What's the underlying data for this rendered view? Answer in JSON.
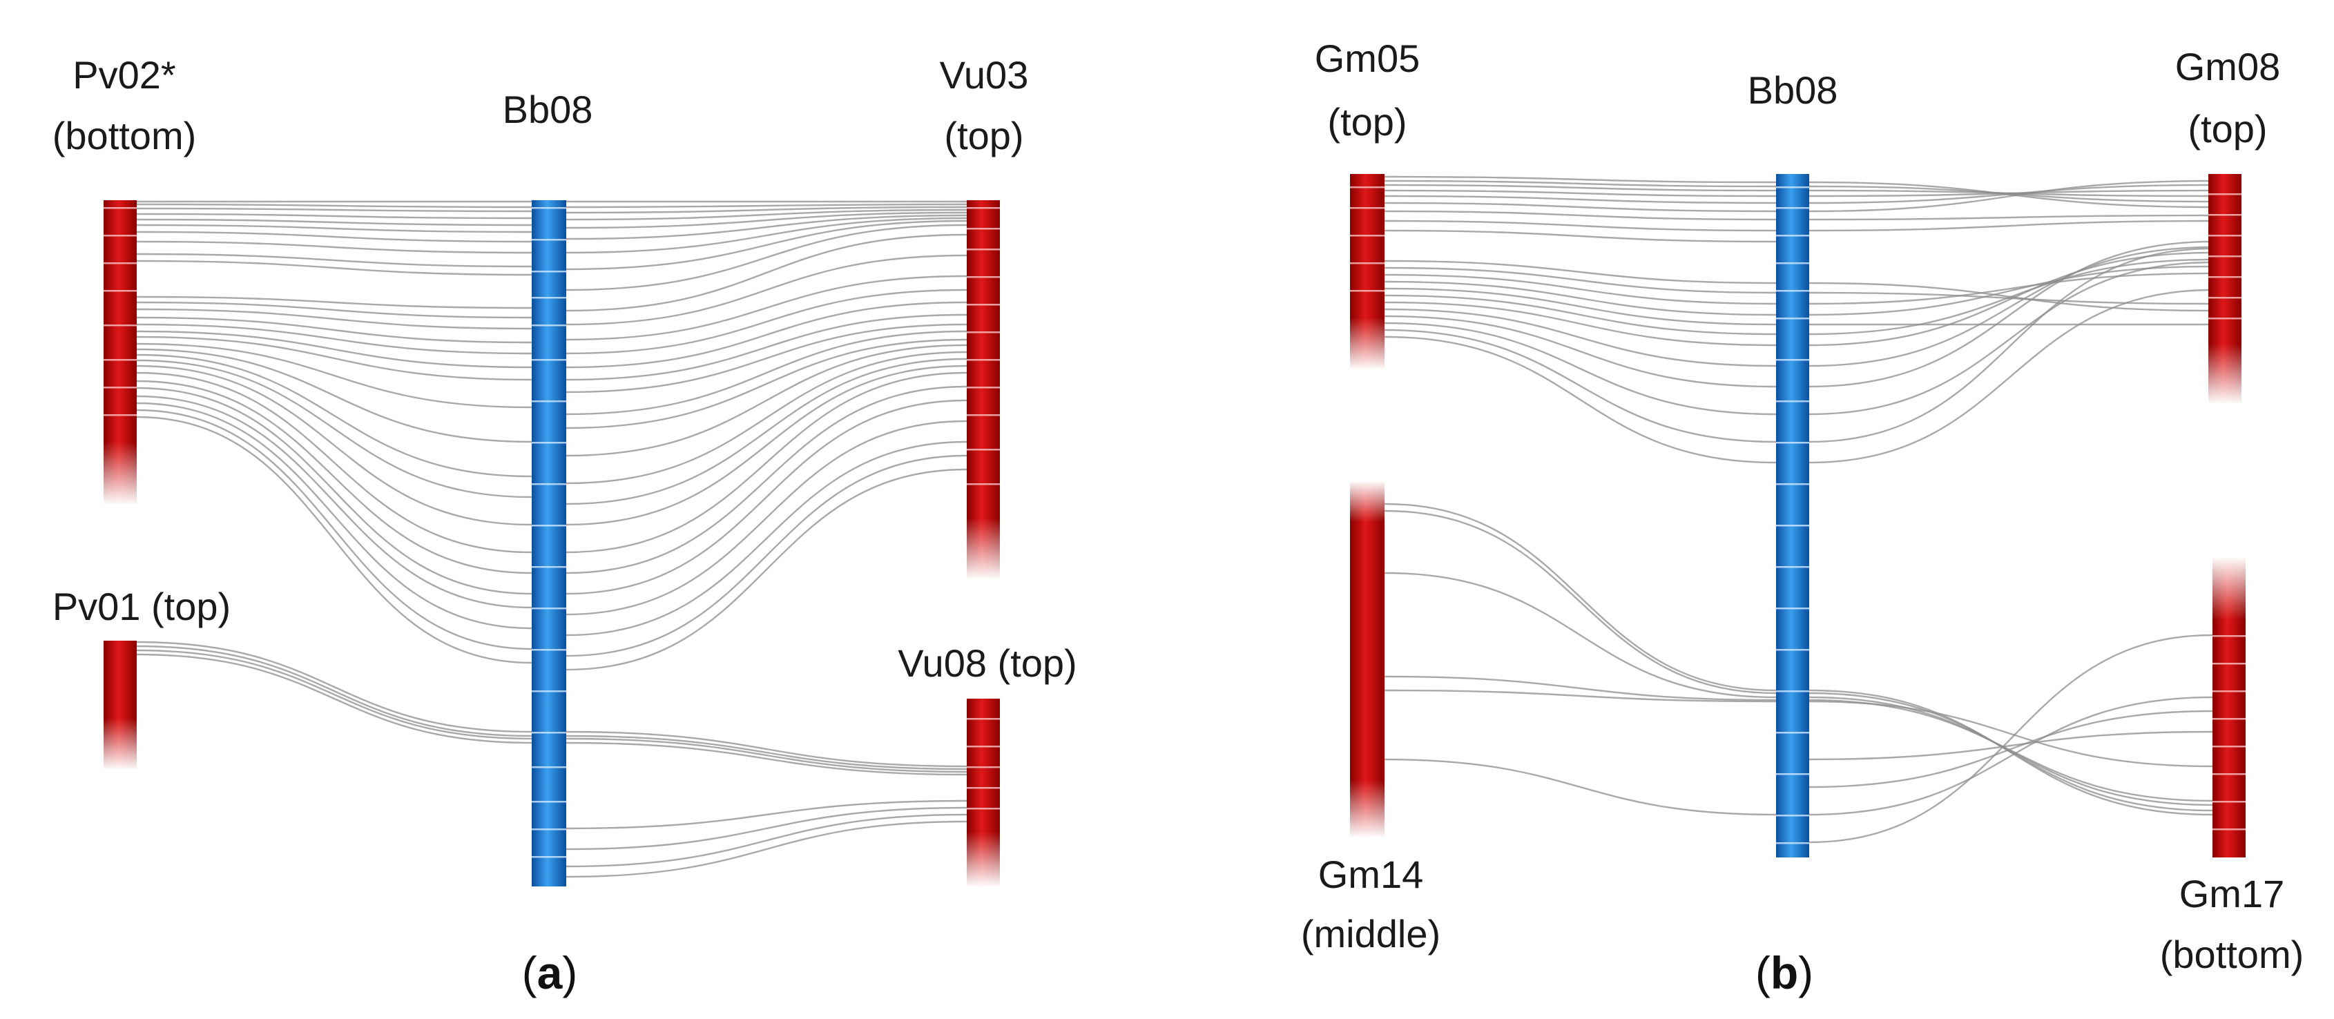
{
  "colors": {
    "reference_chromosome": "#1a7fd9",
    "target_chromosome": "#c40000",
    "link": "#8c8c8c"
  },
  "panel_a": {
    "caption_open": "(",
    "caption_letter": "a",
    "caption_close": ")",
    "reference": {
      "label": "Bb08"
    },
    "left_top": {
      "line1": "Pv02*",
      "line2": "(bottom)"
    },
    "left_bottom": {
      "line1": "Pv01 (top)"
    },
    "right_top": {
      "line1": "Vu03",
      "line2": "(top)"
    },
    "right_bottom": {
      "line1": "Vu08 (top)"
    }
  },
  "panel_b": {
    "caption_open": "(",
    "caption_letter": "b",
    "caption_close": ")",
    "reference": {
      "label": "Bb08"
    },
    "left_top": {
      "line1": "Gm05",
      "line2": "(top)"
    },
    "left_bottom": {
      "line1": "Gm14",
      "line2": "(middle)"
    },
    "right_top": {
      "line1": "Gm08",
      "line2": "(top)"
    },
    "right_bottom": {
      "line1": "Gm17",
      "line2": "(bottom)"
    }
  }
}
